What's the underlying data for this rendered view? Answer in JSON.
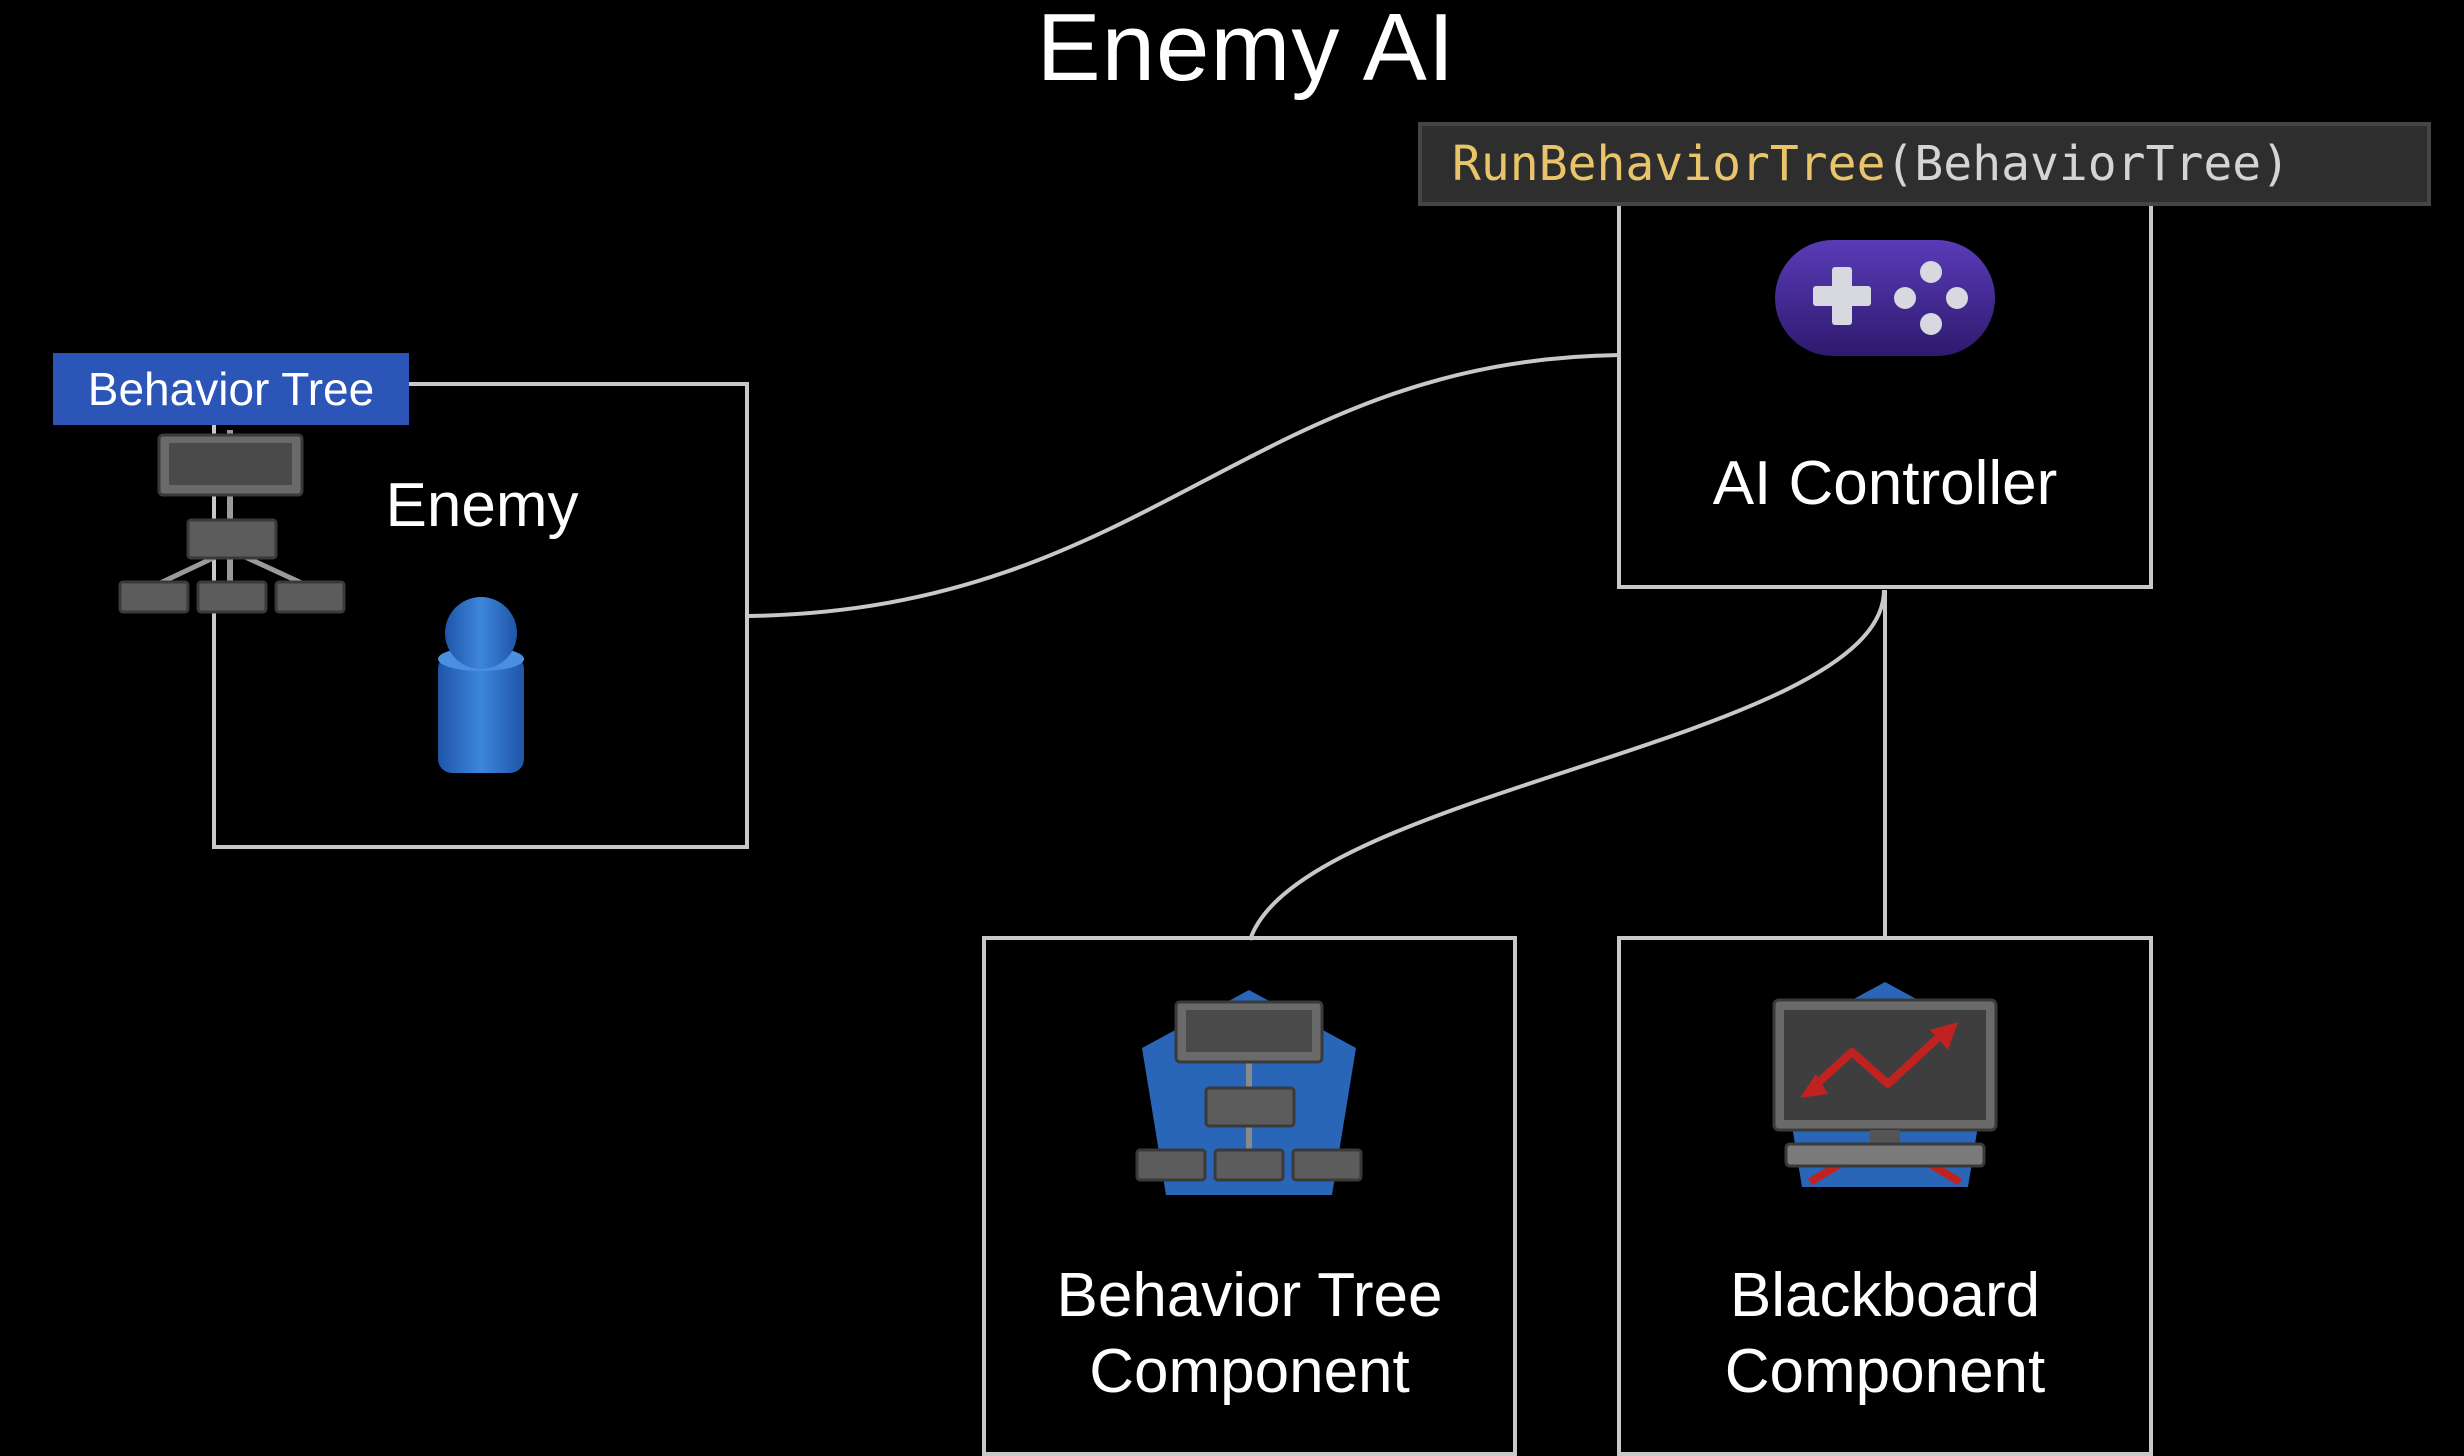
{
  "title": "Enemy AI",
  "code_banner": {
    "function": "RunBehaviorTree",
    "open_paren": "(",
    "argument": "BehaviorTree",
    "close_paren": ")"
  },
  "enemy": {
    "tag": "Behavior Tree",
    "label": "Enemy"
  },
  "ai_controller": {
    "label": "AI Controller"
  },
  "behavior_tree_component": {
    "line1": "Behavior Tree",
    "line2": "Component"
  },
  "blackboard_component": {
    "line1": "Blackboard",
    "line2": "Component"
  },
  "icons": {
    "behavior_tree": "behavior-tree-icon",
    "enemy": "enemy-pawn-icon",
    "controller": "gamepad-icon",
    "bt_component": "behavior-tree-component-icon",
    "blackboard": "blackboard-monitor-icon"
  },
  "colors": {
    "background": "#000000",
    "box_border": "#c8c8c8",
    "tag_blue": "#2b56b8",
    "code_function": "#e9c46a",
    "code_text": "#d4d4d4",
    "pawn_blue": "#2f6fc4",
    "gamepad_purple": "#4a2a9a"
  }
}
